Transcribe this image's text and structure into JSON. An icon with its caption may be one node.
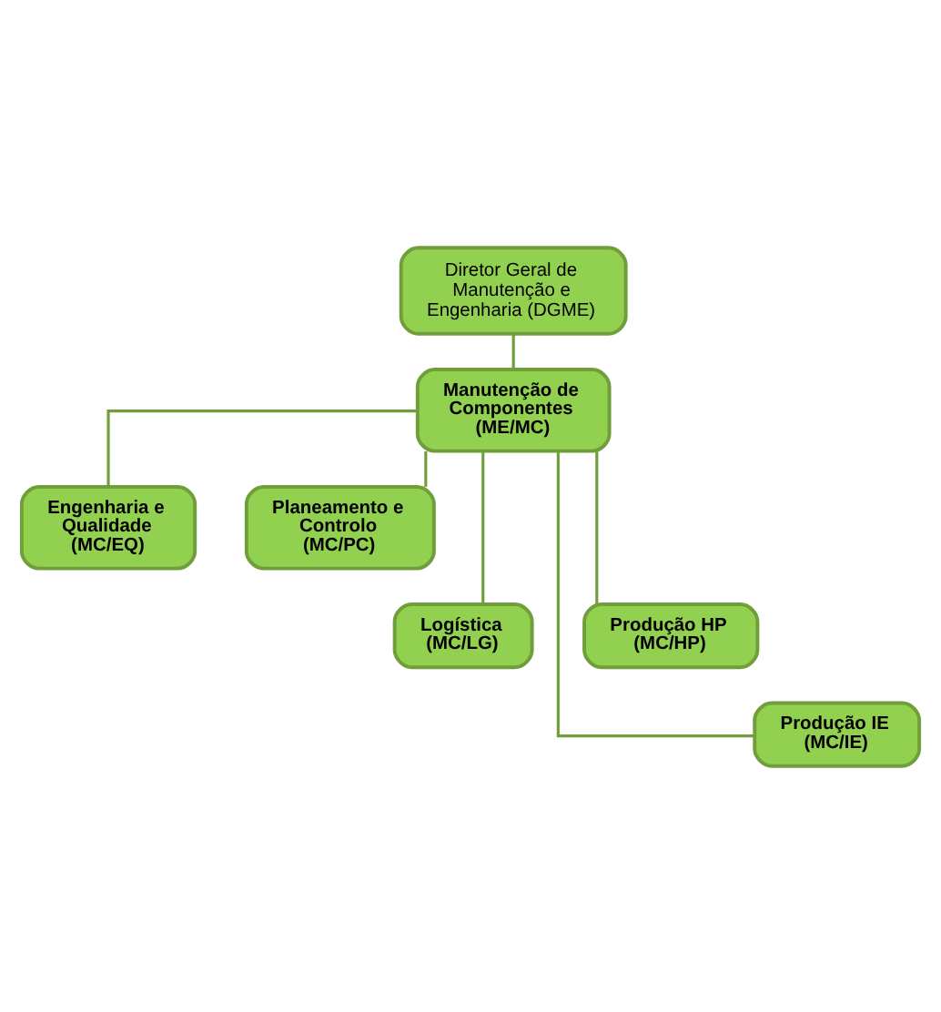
{
  "diagram": {
    "nodes": [
      {
        "text": [
          "Diretor Geral de Manutenção e Engenharia (DGME)"
        ]
      },
      {
        "text": [
          "Manutenção de Componentes (ME/MC)"
        ]
      },
      {
        "text": [
          "Engenharia e Qualidade (MC/EQ)"
        ]
      },
      {
        "text": [
          "Planeamento e Controlo (MC/PC)"
        ]
      },
      {
        "text": [
          "Logística (MC/LG)"
        ]
      },
      {
        "text": [
          "Produção HP (MC/HP)"
        ]
      },
      {
        "text": [
          "Produção IE (MC/IE)"
        ]
      }
    ],
    "edges": [
      {
        "from": 0,
        "to": 1,
        "arrow": "none"
      },
      {
        "from": 1,
        "to": 2,
        "arrow": "none"
      },
      {
        "from": 1,
        "to": 3,
        "arrow": "none"
      },
      {
        "from": 1,
        "to": 4,
        "arrow": "none"
      },
      {
        "from": 1,
        "to": 5,
        "arrow": "none"
      },
      {
        "from": 1,
        "to": 6,
        "arrow": "none"
      }
    ]
  }
}
